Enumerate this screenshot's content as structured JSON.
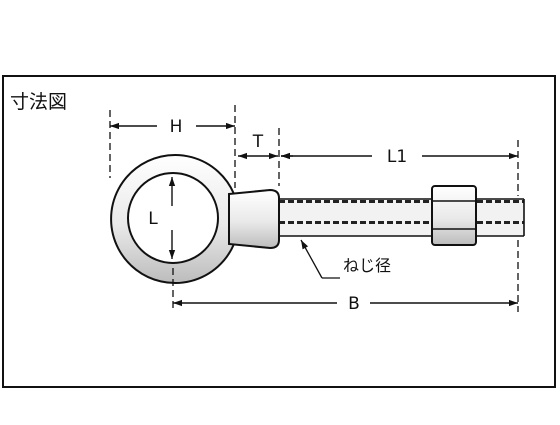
{
  "diagram": {
    "title": "寸法図",
    "labels": {
      "H": "H",
      "T": "T",
      "L1": "L1",
      "L": "L",
      "B": "B",
      "thread_diameter": "ねじ径"
    }
  }
}
